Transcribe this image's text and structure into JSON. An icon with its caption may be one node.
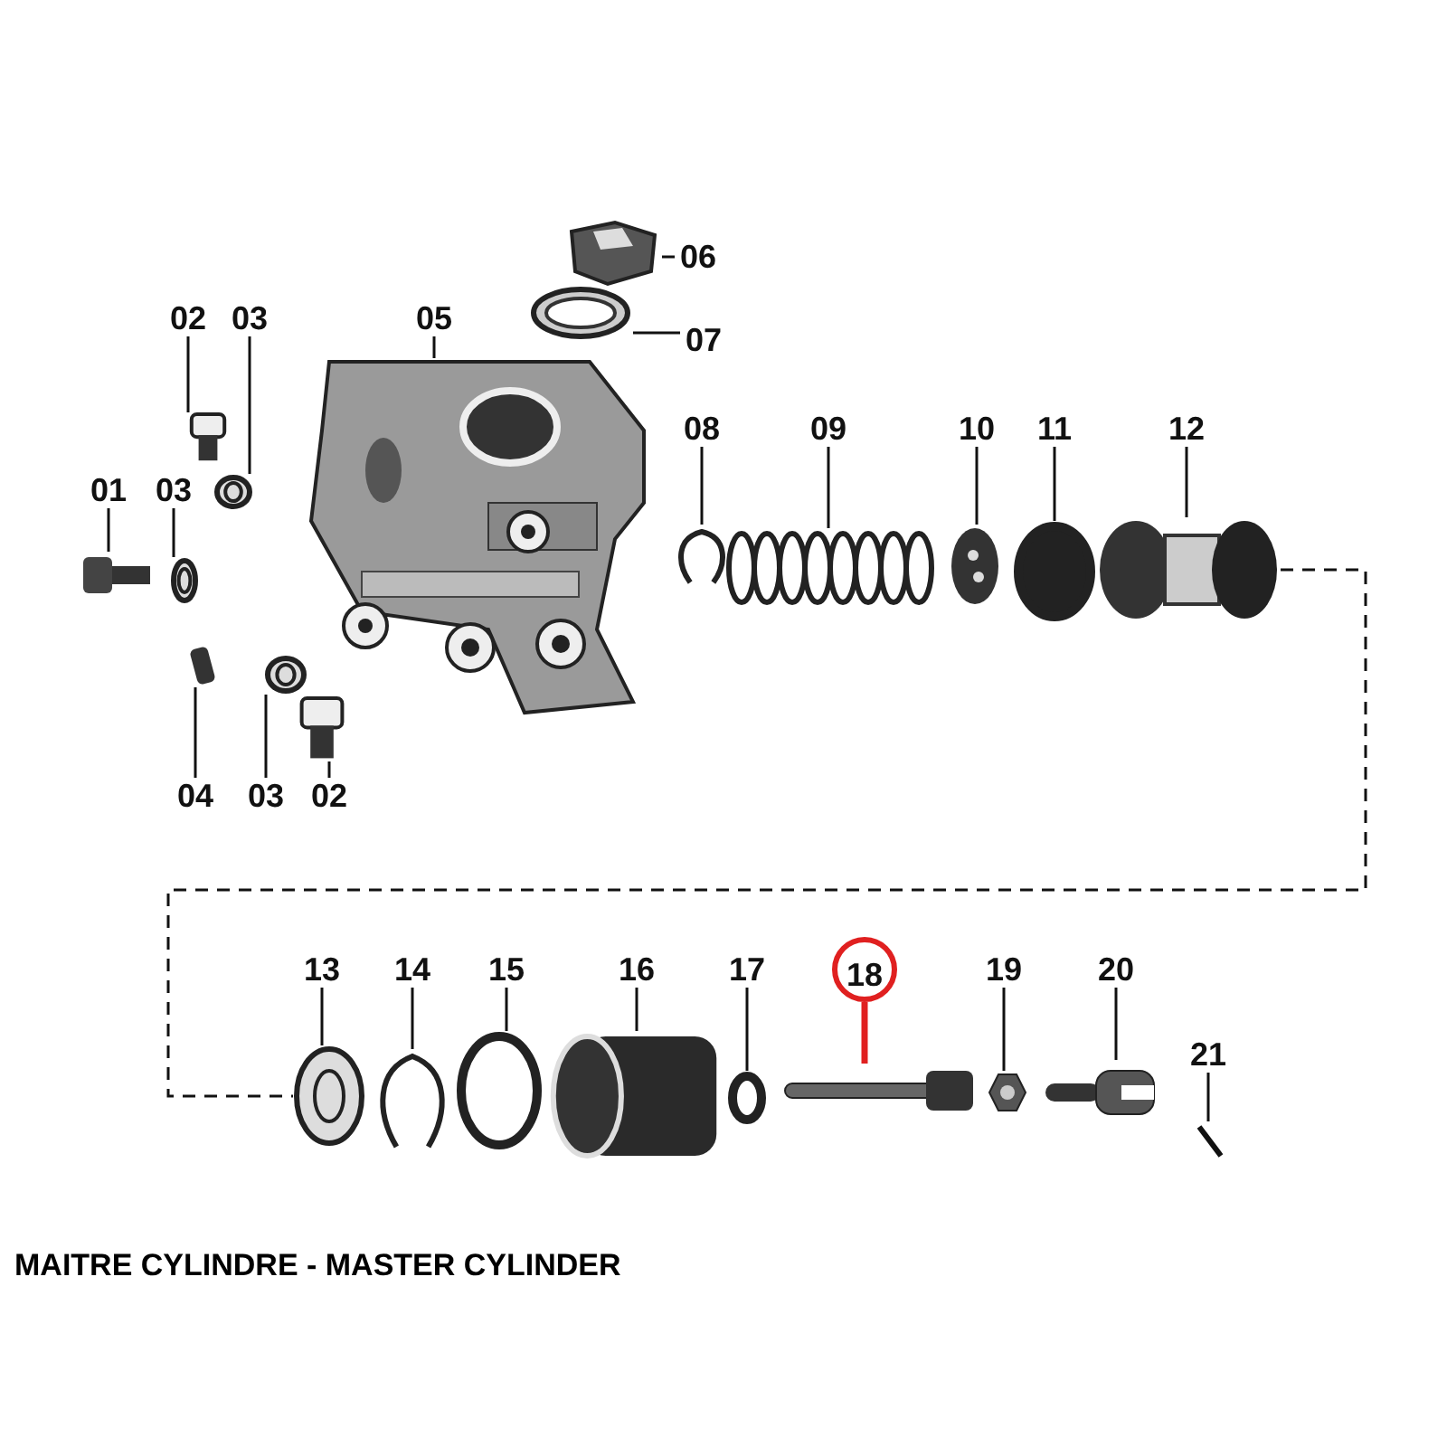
{
  "diagram": {
    "caption": "MAITRE CYLINDRE - MASTER CYLINDER",
    "nodes": [
      {
        "text": [
          "01"
        ]
      },
      {
        "text": [
          "02"
        ]
      },
      {
        "text": [
          "03"
        ]
      },
      {
        "text": [
          "03"
        ]
      },
      {
        "text": [
          "04"
        ]
      },
      {
        "text": [
          "03"
        ]
      },
      {
        "text": [
          "02"
        ]
      },
      {
        "text": [
          "05"
        ]
      },
      {
        "text": [
          "06"
        ]
      },
      {
        "text": [
          "07"
        ]
      },
      {
        "text": [
          "08"
        ]
      },
      {
        "text": [
          "09"
        ]
      },
      {
        "text": [
          "10"
        ]
      },
      {
        "text": [
          "11"
        ]
      },
      {
        "text": [
          "12"
        ]
      },
      {
        "text": [
          "13"
        ]
      },
      {
        "text": [
          "14"
        ]
      },
      {
        "text": [
          "15"
        ]
      },
      {
        "text": [
          "16"
        ]
      },
      {
        "text": [
          "17"
        ]
      },
      {
        "text": [
          "18"
        ]
      },
      {
        "text": [
          "19"
        ]
      },
      {
        "text": [
          "20"
        ]
      },
      {
        "text": [
          "21"
        ]
      },
      {
        "text": [],
        "shape": "picture"
      },
      {
        "text": [],
        "shape": "picture"
      },
      {
        "text": [],
        "shape": "picture"
      },
      {
        "text": [],
        "shape": "picture"
      },
      {
        "text": [],
        "shape": "box"
      },
      {
        "text": [],
        "shape": "picture"
      },
      {
        "text": [],
        "shape": "picture"
      },
      {
        "text": [],
        "shape": "picture"
      },
      {
        "text": [],
        "shape": "picture"
      },
      {
        "text": [],
        "shape": "picture"
      },
      {
        "text": [],
        "shape": "picture"
      },
      {
        "text": [],
        "shape": "picture"
      },
      {
        "text": [],
        "shape": "picture"
      },
      {
        "text": [],
        "shape": "circle"
      },
      {
        "text": [],
        "shape": "picture"
      },
      {
        "text": [],
        "shape": "picture"
      },
      {
        "text": [],
        "shape": "picture"
      },
      {
        "text": [],
        "shape": "circle"
      },
      {
        "text": [],
        "shape": "cylinder"
      },
      {
        "text": [],
        "shape": "circle"
      },
      {
        "text": [],
        "shape": "picture"
      },
      {
        "text": [],
        "shape": "picture"
      },
      {
        "text": [],
        "shape": "picture"
      },
      {
        "text": [],
        "shape": "picture"
      }
    ],
    "edges": [
      {
        "from": 0,
        "to": 24,
        "arrow": "none"
      },
      {
        "from": 1,
        "to": 25,
        "arrow": "none"
      },
      {
        "from": 2,
        "to": 26,
        "arrow": "none"
      },
      {
        "from": 3,
        "to": 27,
        "arrow": "none"
      },
      {
        "from": 4,
        "to": 28,
        "arrow": "none"
      },
      {
        "from": 5,
        "to": 29,
        "arrow": "none"
      },
      {
        "from": 6,
        "to": 30,
        "arrow": "none"
      },
      {
        "from": 7,
        "to": 31,
        "arrow": "none"
      },
      {
        "from": 8,
        "to": 32,
        "arrow": "none"
      },
      {
        "from": 9,
        "to": 33,
        "arrow": "none"
      },
      {
        "from": 10,
        "to": 34,
        "arrow": "none"
      },
      {
        "from": 11,
        "to": 35,
        "arrow": "none"
      },
      {
        "from": 12,
        "to": 36,
        "arrow": "none"
      },
      {
        "from": 13,
        "to": 37,
        "arrow": "none"
      },
      {
        "from": 14,
        "to": 38,
        "arrow": "none"
      },
      {
        "from": 15,
        "to": 39,
        "arrow": "none"
      },
      {
        "from": 16,
        "to": 40,
        "arrow": "none"
      },
      {
        "from": 17,
        "to": 41,
        "arrow": "none"
      },
      {
        "from": 18,
        "to": 42,
        "arrow": "none"
      },
      {
        "from": 19,
        "to": 43,
        "arrow": "none"
      },
      {
        "from": 20,
        "to": 44,
        "arrow": "none",
        "style": "thick",
        "color": "#e02020"
      },
      {
        "from": 21,
        "to": 45,
        "arrow": "none"
      },
      {
        "from": 22,
        "to": 46,
        "arrow": "none"
      },
      {
        "from": 23,
        "to": 47,
        "arrow": "none"
      },
      {
        "from": 38,
        "to": 39,
        "arrow": "none",
        "style": "dashed"
      }
    ]
  }
}
